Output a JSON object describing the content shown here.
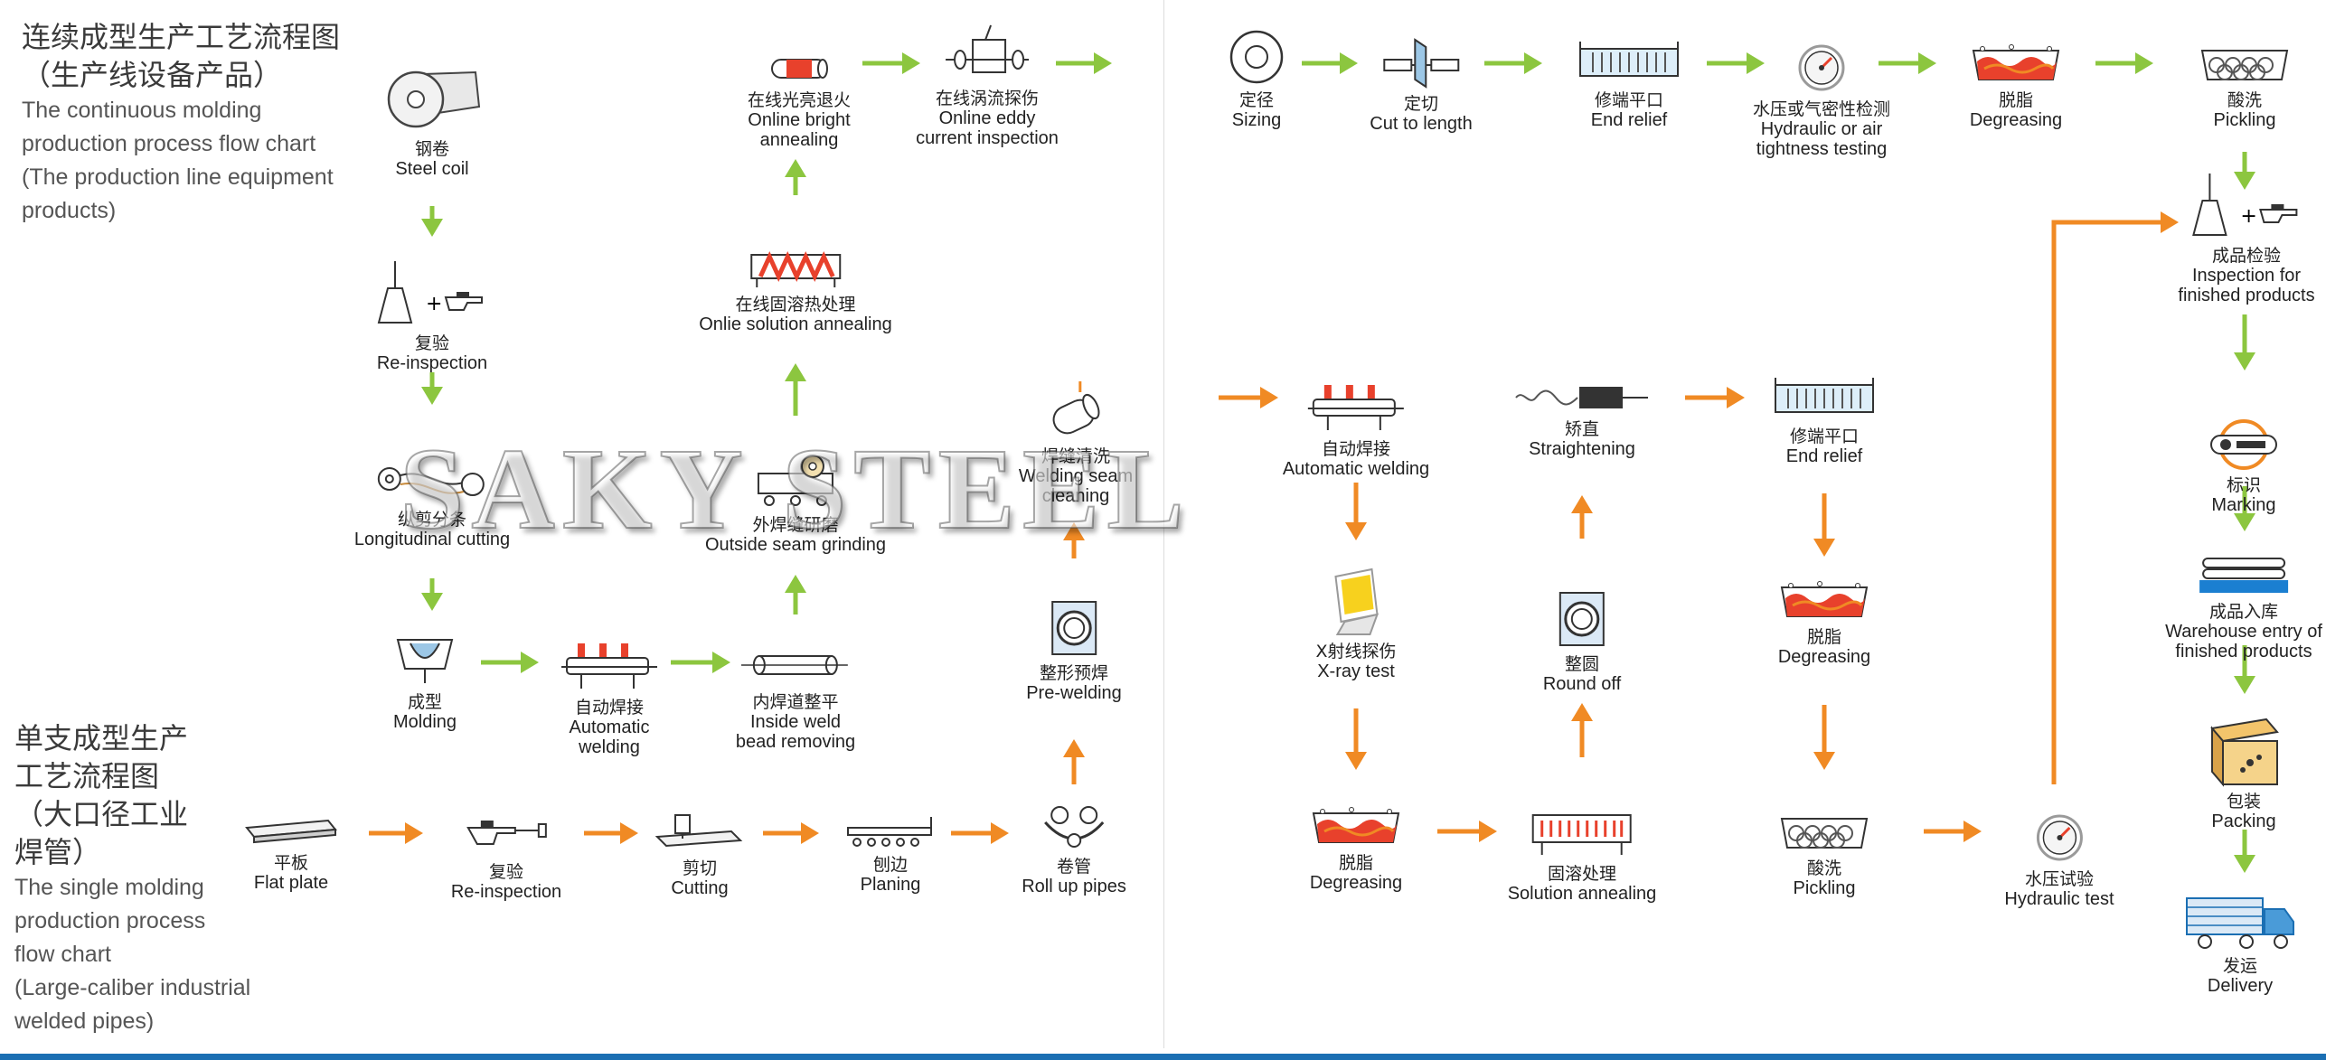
{
  "titles": {
    "continuous": {
      "zh_line1": "连续成型生产工艺流程图",
      "zh_line2": "（生产线设备产品）",
      "en_lines": [
        "The continuous molding",
        "production process flow chart",
        "(The production line equipment",
        "products)"
      ]
    },
    "single": {
      "zh_lines": [
        "单支成型生产",
        "工艺流程图",
        "（大口径工业",
        "焊管）"
      ],
      "en_lines": [
        "The single molding",
        "production process",
        "flow chart",
        "(Large-caliber industrial",
        "welded pipes)"
      ]
    }
  },
  "watermark": "SAKY STEEL",
  "colors": {
    "green": "#8cc63f",
    "orange": "#f08a24",
    "blue": "#1b6fb3",
    "red": "#e8412c"
  },
  "nodes": [
    {
      "id": "steel-coil",
      "icon": "coil-icon",
      "zh": "钢卷",
      "en": [
        "Steel coil"
      ]
    },
    {
      "id": "re-inspection-1",
      "icon": "flask-gauge-icon",
      "zh": "复验",
      "en": [
        "Re-inspection"
      ]
    },
    {
      "id": "longitudinal-cutting",
      "icon": "slitter-icon",
      "zh": "纵剪分条",
      "en": [
        "Longitudinal cutting"
      ]
    },
    {
      "id": "molding",
      "icon": "forming-roll-icon",
      "zh": "成型",
      "en": [
        "Molding"
      ]
    },
    {
      "id": "automatic-welding-1",
      "icon": "welding-machine-icon",
      "zh": "自动焊接",
      "en": [
        "Automatic",
        "welding"
      ]
    },
    {
      "id": "inside-weld-bead-removing",
      "icon": "tube-icon",
      "zh": "内焊道整平",
      "en": [
        "Inside weld",
        "bead removing"
      ]
    },
    {
      "id": "outside-seam-grinding",
      "icon": "grinder-icon",
      "zh": "外焊缝研磨",
      "en": [
        "Outside seam grinding"
      ]
    },
    {
      "id": "online-solution-annealing",
      "icon": "coil-heater-icon",
      "zh": "在线固溶热处理",
      "en": [
        "Onlie solution annealing"
      ]
    },
    {
      "id": "online-bright-annealing",
      "icon": "hot-tube-icon",
      "zh": "在线光亮退火",
      "en": [
        "Online bright",
        "annealing"
      ]
    },
    {
      "id": "online-eddy-current",
      "icon": "eddy-probe-icon",
      "zh": "在线涡流探伤",
      "en": [
        "Online eddy",
        "current inspection"
      ]
    },
    {
      "id": "sizing",
      "icon": "ring-icon",
      "zh": "定径",
      "en": [
        "Sizing"
      ]
    },
    {
      "id": "cut-to-length",
      "icon": "saw-blade-icon",
      "zh": "定切",
      "en": [
        "Cut to length"
      ]
    },
    {
      "id": "end-relief-1",
      "icon": "end-facer-icon",
      "zh": "修端平口",
      "en": [
        "End relief"
      ]
    },
    {
      "id": "hydraulic-air-test",
      "icon": "gauge-icon",
      "zh": "水压或气密性检测",
      "en": [
        "Hydraulic or air",
        "tightness testing"
      ]
    },
    {
      "id": "degreasing-1",
      "icon": "degreasing-tank-icon",
      "zh": "脱脂",
      "en": [
        "Degreasing"
      ]
    },
    {
      "id": "pickling-1",
      "icon": "pickling-tank-icon",
      "zh": "酸洗",
      "en": [
        "Pickling"
      ]
    },
    {
      "id": "final-inspection",
      "icon": "flask-gauge-icon",
      "zh": "成品检验",
      "en": [
        "Inspection for",
        "finished products"
      ]
    },
    {
      "id": "marking",
      "icon": "marking-icon",
      "zh": "标识",
      "en": [
        "Marking"
      ]
    },
    {
      "id": "warehouse-entry",
      "icon": "pipe-stack-icon",
      "zh": "成品入库",
      "en": [
        "Warehouse entry of",
        "finished products"
      ]
    },
    {
      "id": "packing",
      "icon": "crate-icon",
      "zh": "包装",
      "en": [
        "Packing"
      ]
    },
    {
      "id": "delivery",
      "icon": "truck-icon",
      "zh": "发运",
      "en": [
        "Delivery"
      ]
    },
    {
      "id": "flat-plate",
      "icon": "plate-icon",
      "zh": "平板",
      "en": [
        "Flat plate"
      ]
    },
    {
      "id": "re-inspection-2",
      "icon": "gauge-probe-icon",
      "zh": "复验",
      "en": [
        "Re-inspection"
      ]
    },
    {
      "id": "cutting",
      "icon": "cutting-machine-icon",
      "zh": "剪切",
      "en": [
        "Cutting"
      ]
    },
    {
      "id": "planing",
      "icon": "planer-icon",
      "zh": "刨边",
      "en": [
        "Planing"
      ]
    },
    {
      "id": "roll-up-pipes",
      "icon": "roller-icon",
      "zh": "卷管",
      "en": [
        "Roll up pipes"
      ]
    },
    {
      "id": "pre-welding",
      "icon": "pipe-frame-icon",
      "zh": "整形预焊",
      "en": [
        "Pre-welding"
      ]
    },
    {
      "id": "welding-seam-cleaning",
      "icon": "brush-tube-icon",
      "zh": "焊缝清洗",
      "en": [
        "Welding seam",
        "cleaning"
      ]
    },
    {
      "id": "automatic-welding-2",
      "icon": "welding-machine-icon",
      "zh": "自动焊接",
      "en": [
        "Automatic welding"
      ]
    },
    {
      "id": "xray-test",
      "icon": "xray-icon",
      "zh": "X射线探伤",
      "en": [
        "X-ray test"
      ]
    },
    {
      "id": "degreasing-2",
      "icon": "degreasing-tank-icon",
      "zh": "脱脂",
      "en": [
        "Degreasing"
      ]
    },
    {
      "id": "solution-annealing",
      "icon": "furnace-icon",
      "zh": "固溶处理",
      "en": [
        "Solution annealing"
      ]
    },
    {
      "id": "round-off",
      "icon": "pipe-frame-icon",
      "zh": "整圆",
      "en": [
        "Round off"
      ]
    },
    {
      "id": "straightening",
      "icon": "straightener-icon",
      "zh": "矫直",
      "en": [
        "Straightening"
      ]
    },
    {
      "id": "end-relief-2",
      "icon": "end-facer-icon",
      "zh": "修端平口",
      "en": [
        "End relief"
      ]
    },
    {
      "id": "degreasing-3",
      "icon": "degreasing-tank-icon",
      "zh": "脱脂",
      "en": [
        "Degreasing"
      ]
    },
    {
      "id": "pickling-2",
      "icon": "pickling-tank-icon",
      "zh": "酸洗",
      "en": [
        "Pickling"
      ]
    },
    {
      "id": "hydraulic-test",
      "icon": "gauge-icon",
      "zh": "水压试验",
      "en": [
        "Hydraulic test"
      ]
    }
  ],
  "flows": [
    {
      "color": "green",
      "path": [
        "steel-coil",
        "re-inspection-1",
        "longitudinal-cutting",
        "molding",
        "automatic-welding-1",
        "inside-weld-bead-removing",
        "outside-seam-grinding",
        "online-solution-annealing",
        "online-bright-annealing",
        "online-eddy-current"
      ]
    },
    {
      "color": "green",
      "path": [
        "sizing",
        "cut-to-length",
        "end-relief-1",
        "hydraulic-air-test",
        "degreasing-1",
        "pickling-1",
        "final-inspection",
        "marking",
        "warehouse-entry",
        "packing",
        "delivery"
      ]
    },
    {
      "color": "orange",
      "path": [
        "flat-plate",
        "re-inspection-2",
        "cutting",
        "planing",
        "roll-up-pipes",
        "pre-welding",
        "welding-seam-cleaning"
      ]
    },
    {
      "color": "orange",
      "path": [
        "automatic-welding-2",
        "xray-test",
        "degreasing-2",
        "solution-annealing",
        "round-off",
        "straightening",
        "end-relief-2",
        "degreasing-3",
        "pickling-2",
        "hydraulic-test",
        "final-inspection"
      ]
    }
  ]
}
